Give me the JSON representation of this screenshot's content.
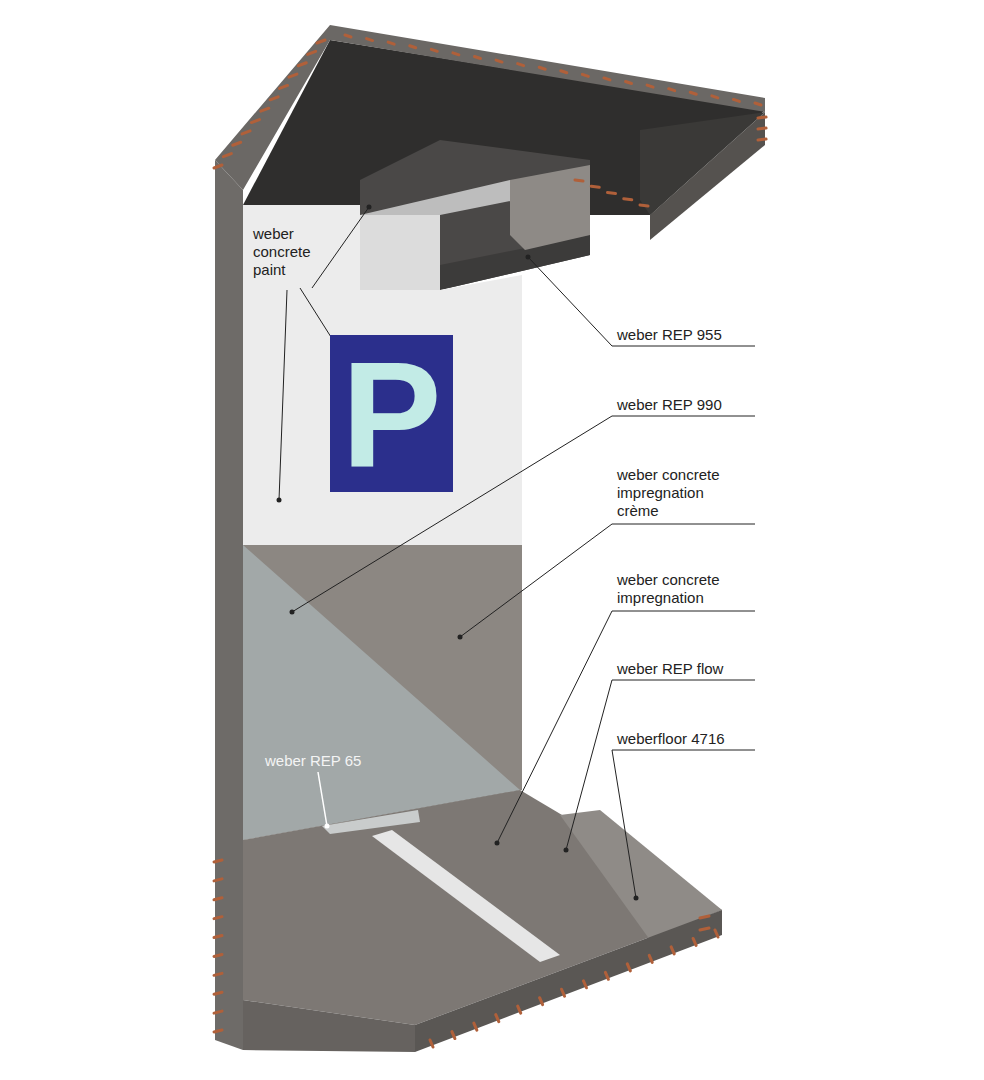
{
  "diagram": {
    "nodes": [
      {
        "text": [
          "P"
        ]
      }
    ],
    "labels": [
      "weber concrete paint",
      "weber REP 955",
      "weber REP 990",
      "weber concrete impregnation crème",
      "weber concrete impregnation",
      "weber REP flow",
      "weberfloor 4716",
      "weber REP 65"
    ]
  }
}
